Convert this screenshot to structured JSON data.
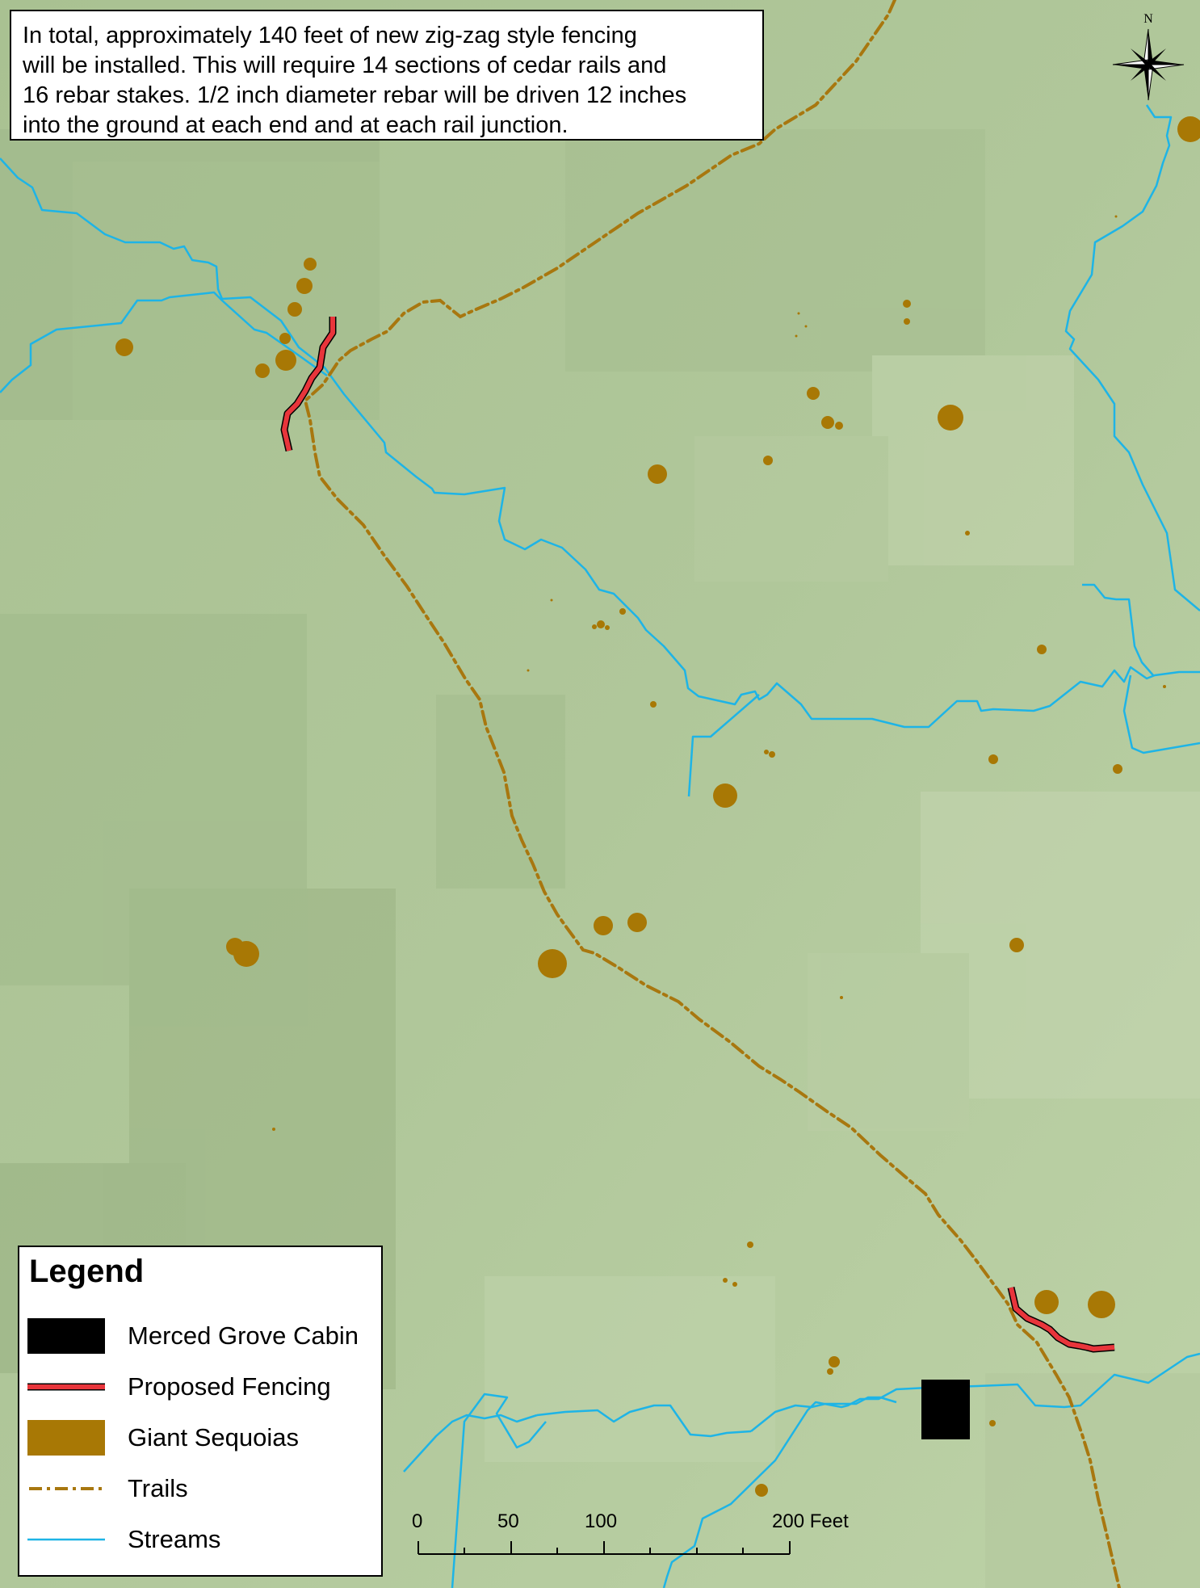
{
  "note": {
    "lines": [
      "In total, approximately 140 feet of new zig-zag style fencing",
      "will be installed. This will require 14 sections of cedar rails and",
      "16 rebar stakes. 1/2 inch diameter rebar will be driven 12 inches",
      "into the ground at each end and at each rail junction."
    ]
  },
  "legend": {
    "title": "Legend",
    "items": [
      {
        "label": "Merced Grove Cabin",
        "symbol": "cabin"
      },
      {
        "label": "Proposed Fencing",
        "symbol": "fence"
      },
      {
        "label": "Giant Sequoias",
        "symbol": "sequoia"
      },
      {
        "label": "Trails",
        "symbol": "trail"
      },
      {
        "label": "Streams",
        "symbol": "stream"
      }
    ]
  },
  "north_arrow": {
    "label": "N"
  },
  "scale_bar": {
    "ticks": [
      "0",
      "50",
      "100",
      "200 Feet"
    ]
  },
  "colors": {
    "terrain": "#b3c99a",
    "stream": "#1eb4e6",
    "trail": "#a8770f",
    "fence": "#e8353b",
    "sequoia": "#a87805",
    "cabin": "#000000"
  }
}
